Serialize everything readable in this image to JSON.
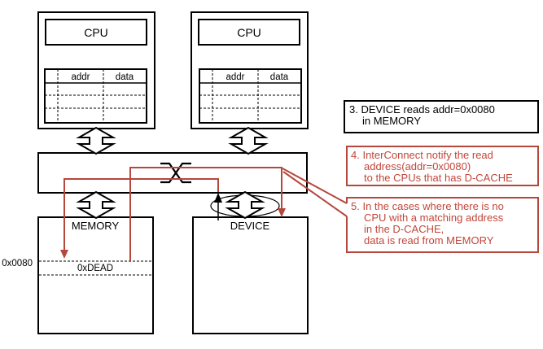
{
  "diagram": {
    "colors": {
      "accent_red": "#b5473d",
      "line_black": "#000000",
      "background": "#ffffff"
    },
    "cpus": [
      {
        "title": "CPU",
        "cache_headers": {
          "addr": "addr",
          "data": "data"
        }
      },
      {
        "title": "CPU",
        "cache_headers": {
          "addr": "addr",
          "data": "data"
        }
      }
    ],
    "memory": {
      "label": "MEMORY",
      "highlight_row_value": "0xDEAD",
      "highlight_row_address": "0x0080"
    },
    "device": {
      "label": "DEVICE"
    }
  },
  "annotations": {
    "step3": {
      "color": "#000000",
      "lines": [
        "3. DEVICE reads addr=0x0080",
        "in MEMORY"
      ]
    },
    "step4": {
      "color": "#b5473d",
      "lines": [
        "4. InterConnect notify the read",
        "address(addr=0x0080)",
        "to the CPUs that has D-CACHE"
      ]
    },
    "step5": {
      "color": "#b5473d",
      "lines": [
        "5. In the cases where there is no",
        "CPU with a matching address",
        "in the D-CACHE,",
        "data is read from MEMORY"
      ]
    }
  }
}
